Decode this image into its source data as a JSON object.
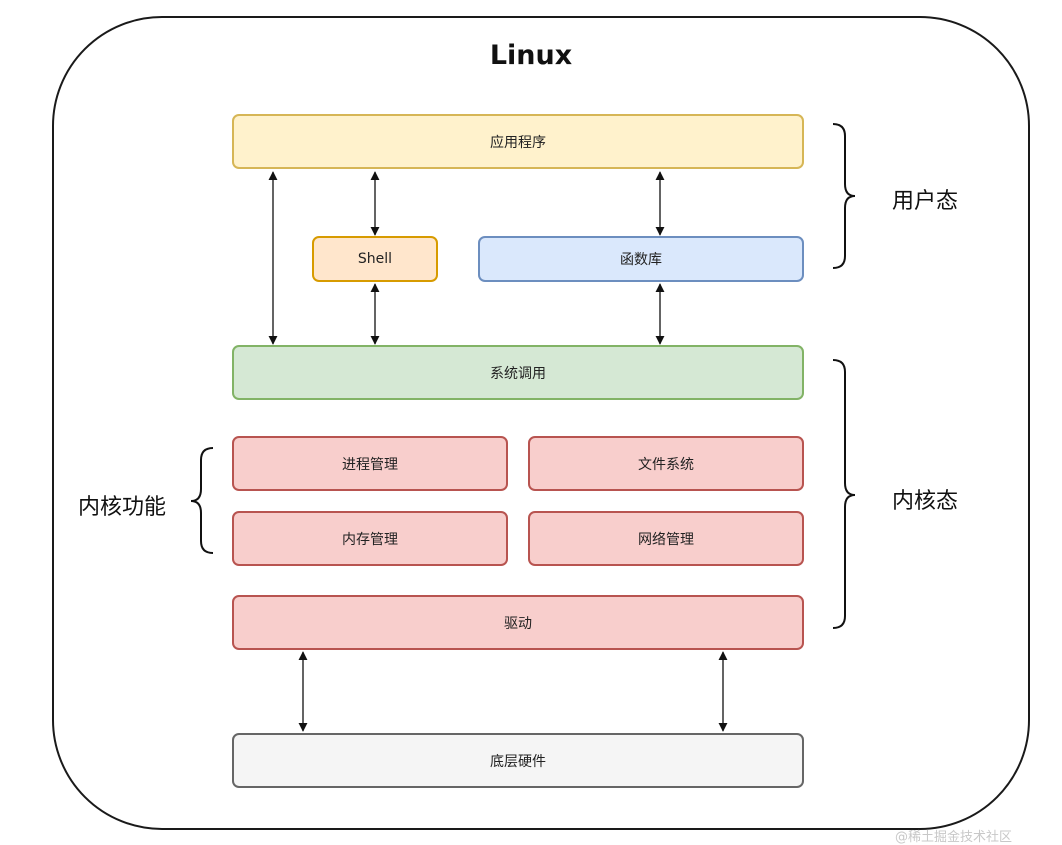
{
  "title": "Linux",
  "boxes": {
    "app": "应用程序",
    "shell": "Shell",
    "lib": "函数库",
    "syscall": "系统调用",
    "process": "进程管理",
    "fs": "文件系统",
    "memory": "内存管理",
    "network": "网络管理",
    "driver": "驱动",
    "hardware": "底层硬件"
  },
  "labels": {
    "user_mode": "用户态",
    "kernel_mode": "内核态",
    "kernel_functions": "内核功能"
  },
  "colors": {
    "app": "#fff2cc",
    "shell": "#ffe6cc",
    "lib": "#dae8fc",
    "syscall": "#d5e8d4",
    "kernel": "#f8cecc",
    "hardware": "#f5f5f5"
  },
  "watermark": "@稀土掘金技术社区"
}
